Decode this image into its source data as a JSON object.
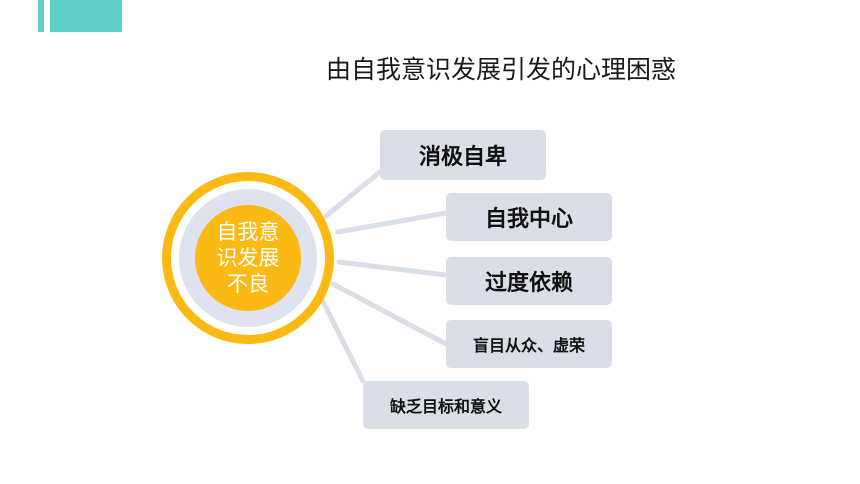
{
  "slide": {
    "title": "由自我意识发展引发的心理困惑"
  },
  "hub": {
    "label": "自我意识发展不良"
  },
  "branches": [
    {
      "label": "消极自卑"
    },
    {
      "label": "自我中心"
    },
    {
      "label": "过度依赖"
    },
    {
      "label": "盲目从众、虚荣"
    },
    {
      "label": "缺乏目标和意义"
    }
  ],
  "colors": {
    "accent": "#5ecfc4",
    "hub_ring": "#fbb914",
    "hub_inner": "#dfe2ef",
    "hub_core": "#fbb914",
    "box_fill": "#dadee6",
    "connector": "#dadee6"
  }
}
